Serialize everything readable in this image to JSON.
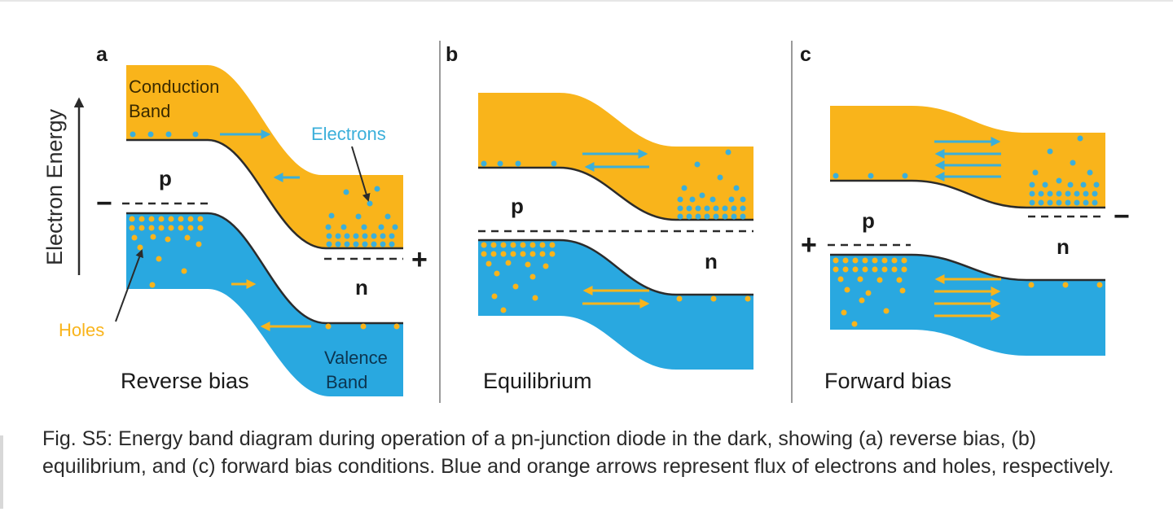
{
  "colors": {
    "conduction": "#F9B41B",
    "valence": "#29A8E0",
    "electron": "#3BAFDA",
    "hole": "#F9B41B",
    "line": "#2b2b2b",
    "divider": "#9a9a9a",
    "caption_text": "#2a2a2a"
  },
  "axis": {
    "label": "Electron Energy"
  },
  "panels": {
    "a": {
      "letter": "a",
      "title": "Reverse bias",
      "conduction_label_line1": "Conduction",
      "conduction_label_line2": "Band",
      "valence_label_line1": "Valence",
      "valence_label_line2": "Band",
      "electrons_label": "Electrons",
      "holes_label": "Holes",
      "p_label": "p",
      "n_label": "n",
      "minus_sign": "−",
      "plus_sign": "+"
    },
    "b": {
      "letter": "b",
      "title": "Equilibrium",
      "p_label": "p",
      "n_label": "n"
    },
    "c": {
      "letter": "c",
      "title": "Forward bias",
      "p_label": "p",
      "n_label": "n",
      "plus_sign": "+",
      "minus_sign": "−"
    }
  },
  "caption": "Fig. S5: Energy band diagram during operation of a pn-junction diode in the dark, showing (a) reverse bias, (b) equilibrium, and (c) forward bias conditions. Blue and orange arrows represent flux of electrons and holes, respectively."
}
